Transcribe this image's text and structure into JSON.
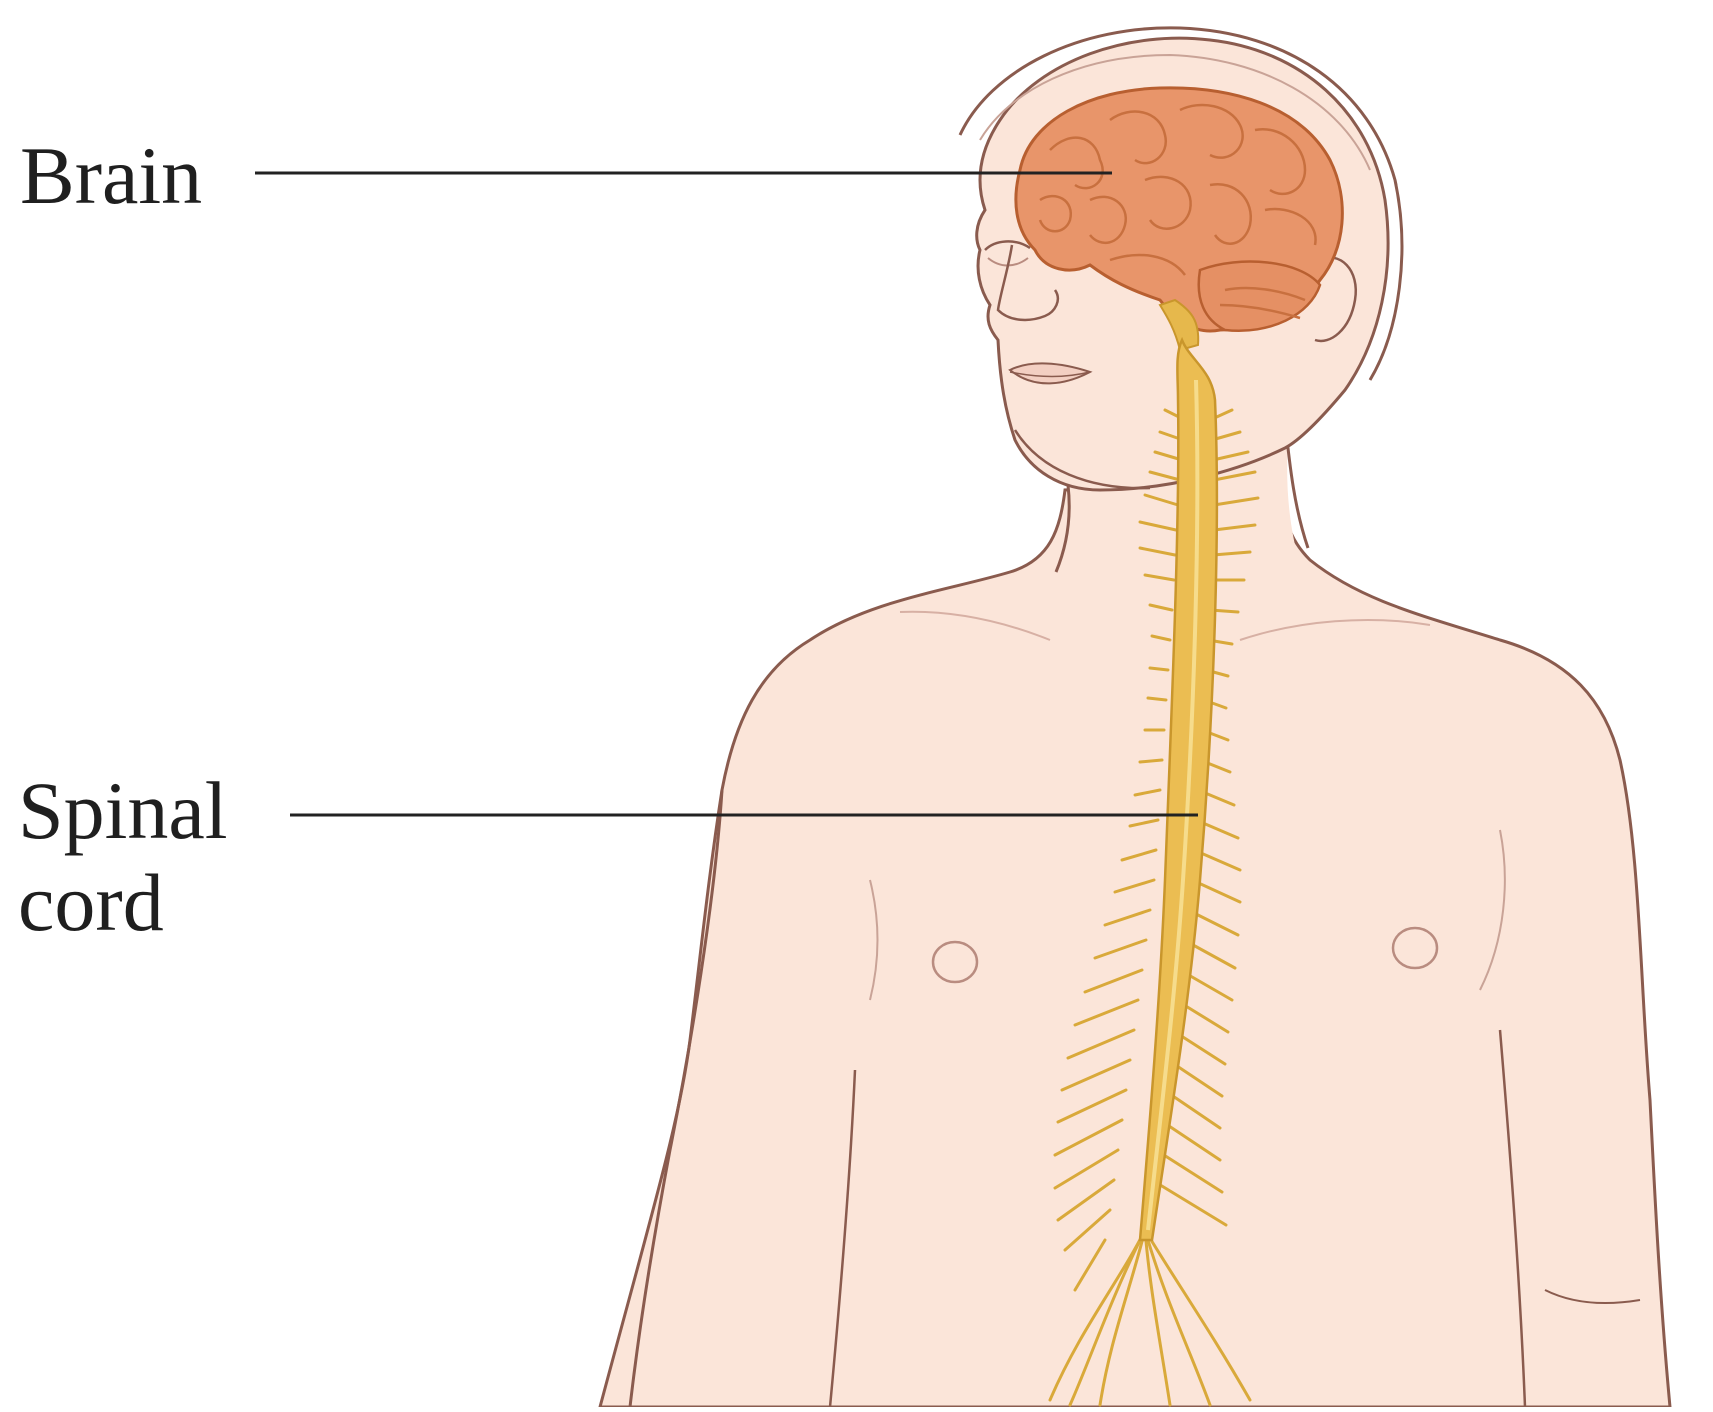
{
  "labels": {
    "brain": "Brain",
    "spinal_cord_line1": "Spinal",
    "spinal_cord_line2": "cord"
  },
  "colors": {
    "skin": "#fbe5d9",
    "outline": "#8a5b4e",
    "brain": "#e8956a",
    "brain_fold": "#c8703f",
    "nerve": "#e6b84c",
    "nerve_dark": "#c9962c",
    "leader_line": "#222222"
  }
}
